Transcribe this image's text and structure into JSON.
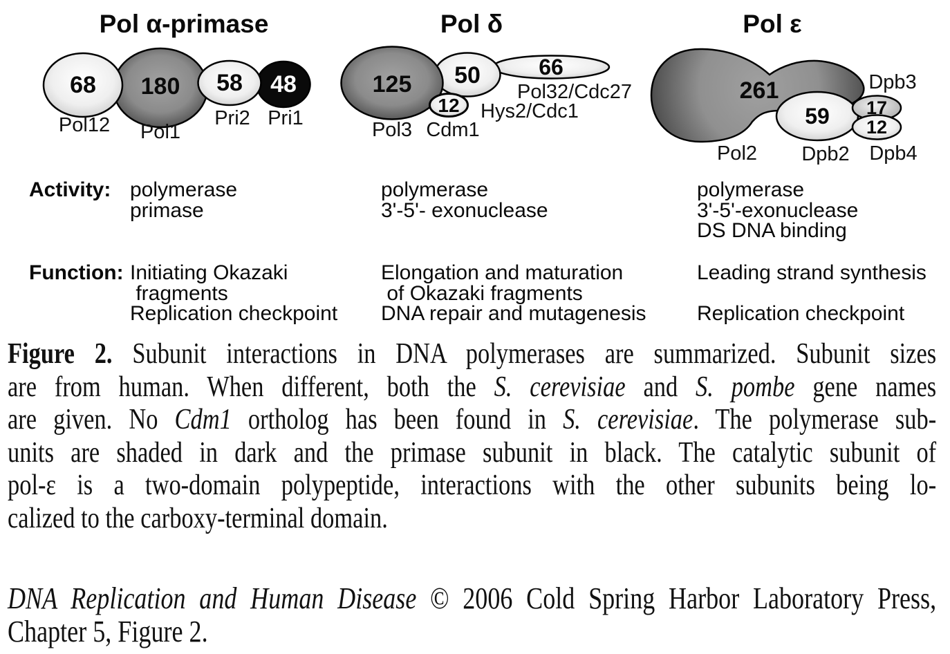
{
  "diagram": {
    "complexes": [
      {
        "title": "Pol α-primase",
        "subunits": [
          {
            "size": "68",
            "gene": "Pol12"
          },
          {
            "size": "180",
            "gene": "Pol1"
          },
          {
            "size": "58",
            "gene": "Pri2"
          },
          {
            "size": "48",
            "gene": "Pri1"
          }
        ]
      },
      {
        "title": "Pol δ",
        "subunits": [
          {
            "size": "125",
            "gene": "Pol3"
          },
          {
            "size": "12",
            "gene": "Cdm1"
          },
          {
            "size": "50",
            "gene": "Hys2/Cdc1"
          },
          {
            "size": "66",
            "gene": "Pol32/Cdc27"
          }
        ]
      },
      {
        "title": "Pol ε",
        "subunits": [
          {
            "size": "261",
            "gene": "Pol2"
          },
          {
            "size": "59",
            "gene": "Dpb2"
          },
          {
            "size": "17",
            "gene": "Dpb3"
          },
          {
            "size": "12",
            "gene": "Dpb4"
          }
        ]
      }
    ],
    "colors": {
      "light_center": "#ffffff",
      "light_edge": "#c0c0c0",
      "dark_center": "#a2a2a2",
      "dark_edge": "#2d2d2d",
      "eps_center": "#a0a0a0",
      "eps_edge": "#1f1f1f",
      "black_fill": "#0a0a0a",
      "outline": "#000000"
    }
  },
  "activity": {
    "label": "Activity:",
    "columns": [
      [
        "polymerase",
        "primase"
      ],
      [
        "polymerase",
        "3'-5'- exonuclease"
      ],
      [
        "polymerase",
        "3'-5'-exonuclease",
        "DS DNA binding"
      ]
    ]
  },
  "function": {
    "label": "Function:",
    "columns": [
      [
        "Initiating Okazaki",
        " fragments",
        "Replication checkpoint"
      ],
      [
        "Elongation and maturation",
        " of Okazaki fragments",
        "DNA repair and mutagenesis"
      ],
      [
        "Leading strand synthesis",
        "",
        "Replication checkpoint"
      ]
    ]
  },
  "caption": {
    "lines": [
      [
        {
          "t": "Figure 2.",
          "b": 1
        },
        {
          "t": " Subunit interactions in DNA polymerases are summarized. Subunit sizes"
        }
      ],
      [
        {
          "t": "are from human. When different, both the "
        },
        {
          "t": "S. cerevisiae",
          "i": 1
        },
        {
          "t": " and "
        },
        {
          "t": "S. pombe",
          "i": 1
        },
        {
          "t": " gene names"
        }
      ],
      [
        {
          "t": "are given. No "
        },
        {
          "t": "Cdm1",
          "i": 1
        },
        {
          "t": " ortholog has been found in "
        },
        {
          "t": "S. cerevisiae",
          "i": 1
        },
        {
          "t": ". The polymerase sub-"
        }
      ],
      [
        {
          "t": "units are shaded in dark and the primase subunit in black. The catalytic subunit of"
        }
      ],
      [
        {
          "t": "pol-ε is a two-domain polypeptide, interactions with the other subunits being lo-"
        }
      ],
      [
        {
          "t": "calized to the carboxy-terminal domain."
        }
      ]
    ]
  },
  "credit": {
    "lines": [
      [
        {
          "t": "DNA Replication and Human Disease",
          "i": 1
        },
        {
          "t": " © 2006 Cold Spring Harbor Laboratory Press,"
        }
      ],
      [
        {
          "t": "Chapter 5, Figure 2."
        }
      ]
    ]
  }
}
